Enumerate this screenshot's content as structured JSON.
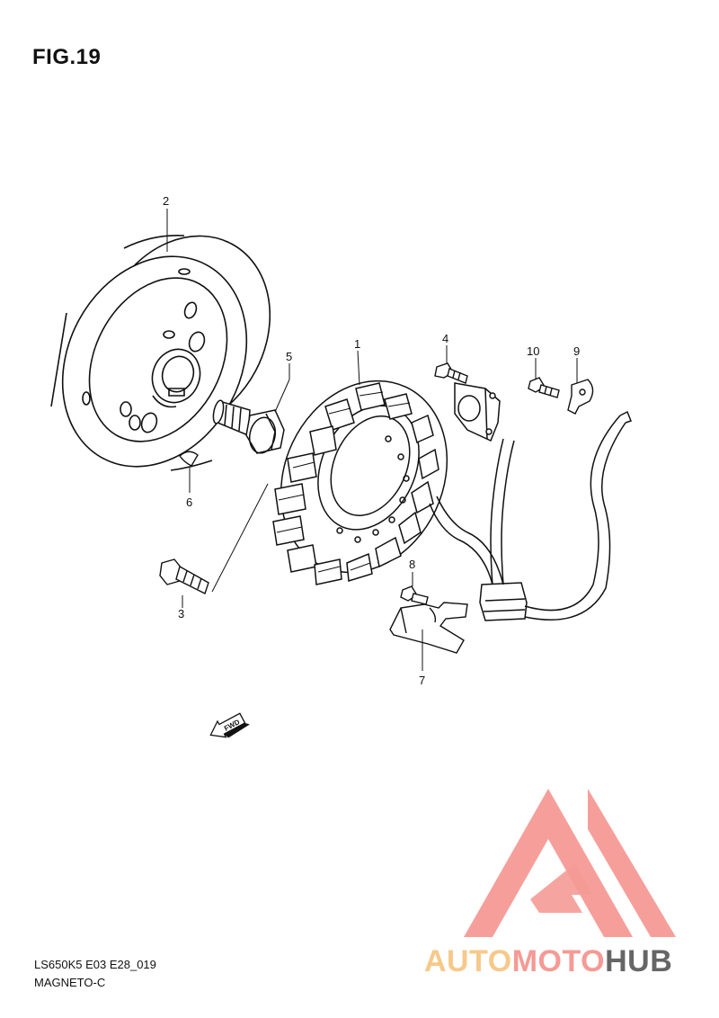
{
  "figure": {
    "title": "FIG.19",
    "code": "LS650K5 E03 E28_019",
    "name": "MAGNETO-C"
  },
  "callouts": {
    "c1": "1",
    "c2": "2",
    "c3": "3",
    "c4": "4",
    "c5": "5",
    "c6": "6",
    "c7": "7",
    "c8": "8",
    "c9": "9",
    "c10": "10"
  },
  "fwd_label": "FWD",
  "watermark": {
    "part1": "AUTO",
    "part2": "MOTO",
    "part3": "HUB",
    "colors": {
      "part1": "#f6c98a",
      "part2": "#f59a95",
      "part3": "#666666",
      "logo": "#f59a95"
    }
  }
}
